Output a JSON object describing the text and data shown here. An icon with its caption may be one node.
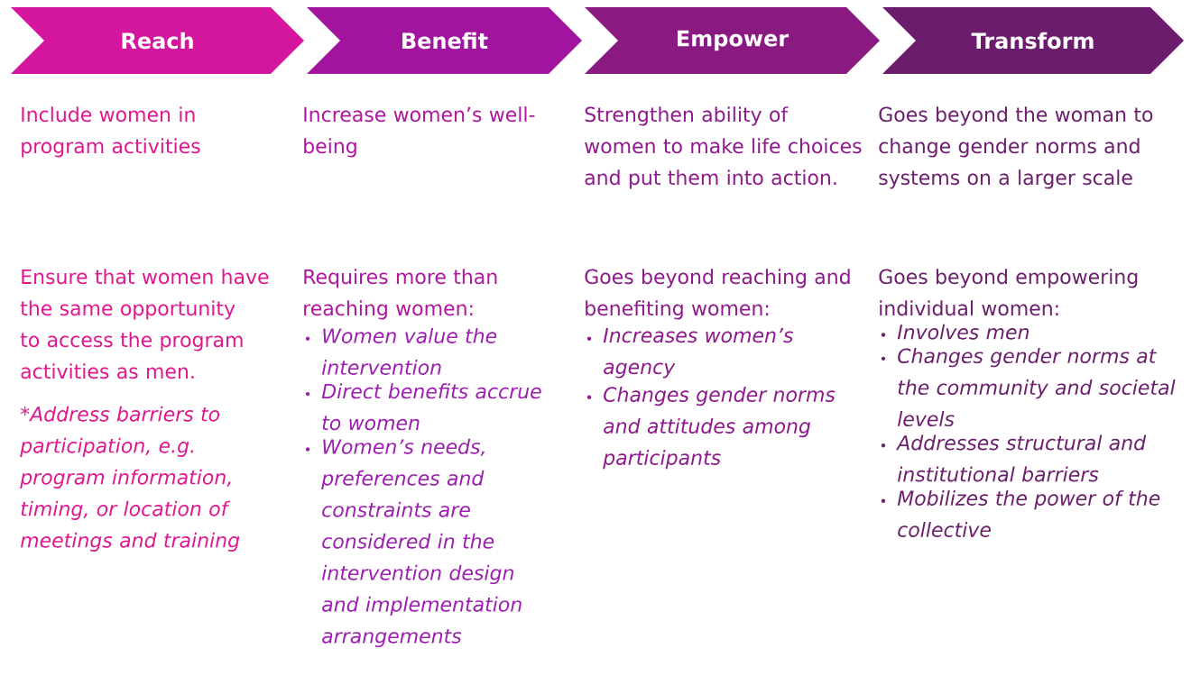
{
  "diagram": {
    "nodes": [
      {
        "text": [
          "Reach"
        ],
        "beside": [
          "Include women in program activities",
          "Ensure that women have the same opportunity to access the program activities as men.",
          "*Address barriers to participation, e.g. program information, timing, or location of meetings and training"
        ]
      },
      {
        "text": [
          "Benefit"
        ],
        "beside": [
          "Increase women’s well-being",
          "Requires more than reaching women:",
          "Women value the intervention",
          "Direct benefits accrue to women",
          "Women’s needs, preferences and constraints are considered in the intervention design and implementation arrangements"
        ]
      },
      {
        "text": [
          "Empower"
        ],
        "beside": [
          "Strengthen ability of women to make life choices and put them into action.",
          "Goes beyond reaching and benefiting women:",
          "Increases women’s agency",
          "Changes gender norms and attitudes among participants"
        ]
      },
      {
        "text": [
          "Transform"
        ],
        "beside": [
          "Goes beyond the woman to change gender norms and systems on a larger scale",
          "Goes beyond empowering individual women:",
          "Involves men",
          "Changes gender norms at the community and societal levels",
          "Addresses structural and institutional barriers",
          "Mobilizes the power of the collective"
        ]
      }
    ]
  }
}
